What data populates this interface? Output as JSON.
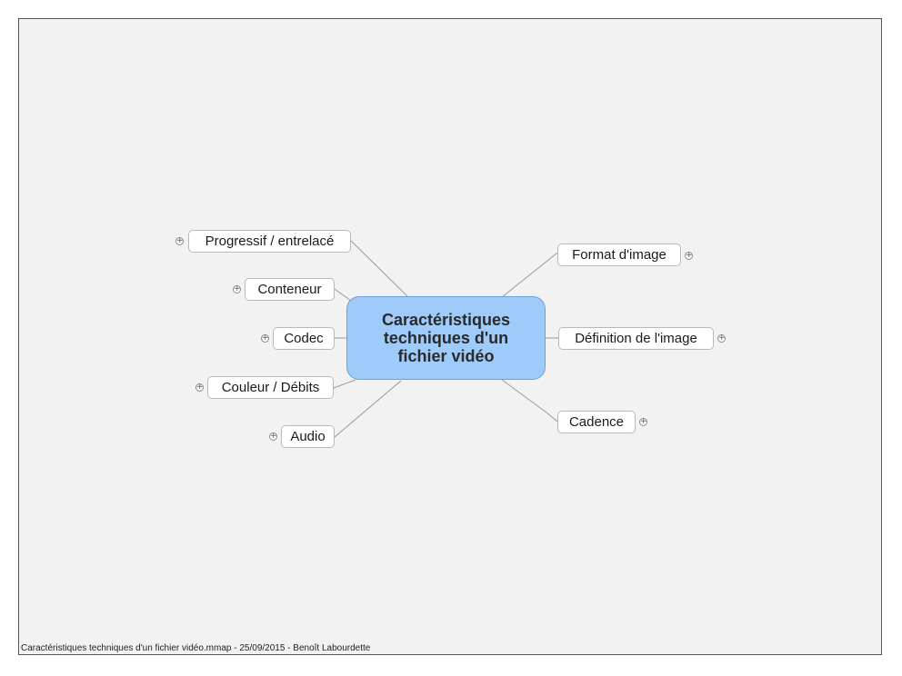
{
  "central": {
    "line1": "Caractéristiques",
    "line2": "techniques d'un",
    "line3": "fichier vidéo"
  },
  "left_topics": [
    {
      "label": "Progressif / entrelacé",
      "icon": "plus-icon"
    },
    {
      "label": "Conteneur",
      "icon": "plus-icon"
    },
    {
      "label": "Codec",
      "icon": "plus-icon"
    },
    {
      "label": "Couleur / Débits",
      "icon": "plus-icon"
    },
    {
      "label": "Audio",
      "icon": "plus-icon"
    }
  ],
  "right_topics": [
    {
      "label": "Format d'image",
      "icon": "plus-icon"
    },
    {
      "label": "Définition de l'image",
      "icon": "plus-icon"
    },
    {
      "label": "Cadence",
      "icon": "plus-icon"
    }
  ],
  "expander_symbol": "+",
  "footer": {
    "text": "Caractéristiques techniques d'un fichier vidéo.mmap - 25/09/2015 - Benoît Labourdette"
  },
  "colors": {
    "central_fill": "#9fcbfa",
    "central_border": "#6f9fd8",
    "background": "#f2f2f2",
    "connector": "#9a9a9a"
  }
}
